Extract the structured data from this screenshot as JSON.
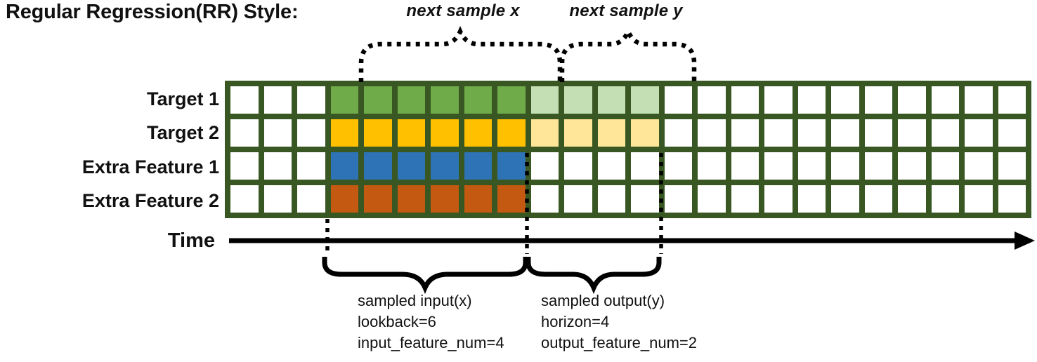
{
  "title": "Regular Regression(RR) Style:",
  "colors": {
    "grid_border": "#385723",
    "white": "#FFFFFF",
    "target1": "#6FAB49",
    "target1_light": "#C5DFB4",
    "target2": "#FFC000",
    "target2_light": "#FFE699",
    "extra1": "#2E73B5",
    "extra2": "#C45911",
    "annotation_ink": "#000000"
  },
  "grid": {
    "columns": 24,
    "row_labels": [
      "Target 1",
      "Target 2",
      "Extra Feature 1",
      "Extra Feature 2"
    ],
    "rows": [
      {
        "label": "Target 1",
        "segments": [
          {
            "color": "white",
            "count": 3
          },
          {
            "color": "target1",
            "count": 6
          },
          {
            "color": "target1_light",
            "count": 4
          },
          {
            "color": "white",
            "count": 11
          }
        ]
      },
      {
        "label": "Target 2",
        "segments": [
          {
            "color": "white",
            "count": 3
          },
          {
            "color": "target2",
            "count": 6
          },
          {
            "color": "target2_light",
            "count": 4
          },
          {
            "color": "white",
            "count": 11
          }
        ]
      },
      {
        "label": "Extra Feature 1",
        "segments": [
          {
            "color": "white",
            "count": 3
          },
          {
            "color": "extra1",
            "count": 6
          },
          {
            "color": "white",
            "count": 15
          }
        ]
      },
      {
        "label": "Extra Feature 2",
        "segments": [
          {
            "color": "white",
            "count": 3
          },
          {
            "color": "extra2",
            "count": 6
          },
          {
            "color": "white",
            "count": 15
          }
        ]
      }
    ]
  },
  "annotations": {
    "next_sample_x": "next sample x",
    "next_sample_y": "next sample y",
    "time_label": "Time",
    "input_lines": [
      "sampled input(x)",
      "lookback=6",
      "input_feature_num=4"
    ],
    "output_lines": [
      "sampled output(y)",
      "horizon=4",
      "output_feature_num=2"
    ]
  },
  "params": {
    "lookback": 6,
    "horizon": 4,
    "input_feature_num": 4,
    "output_feature_num": 2
  }
}
